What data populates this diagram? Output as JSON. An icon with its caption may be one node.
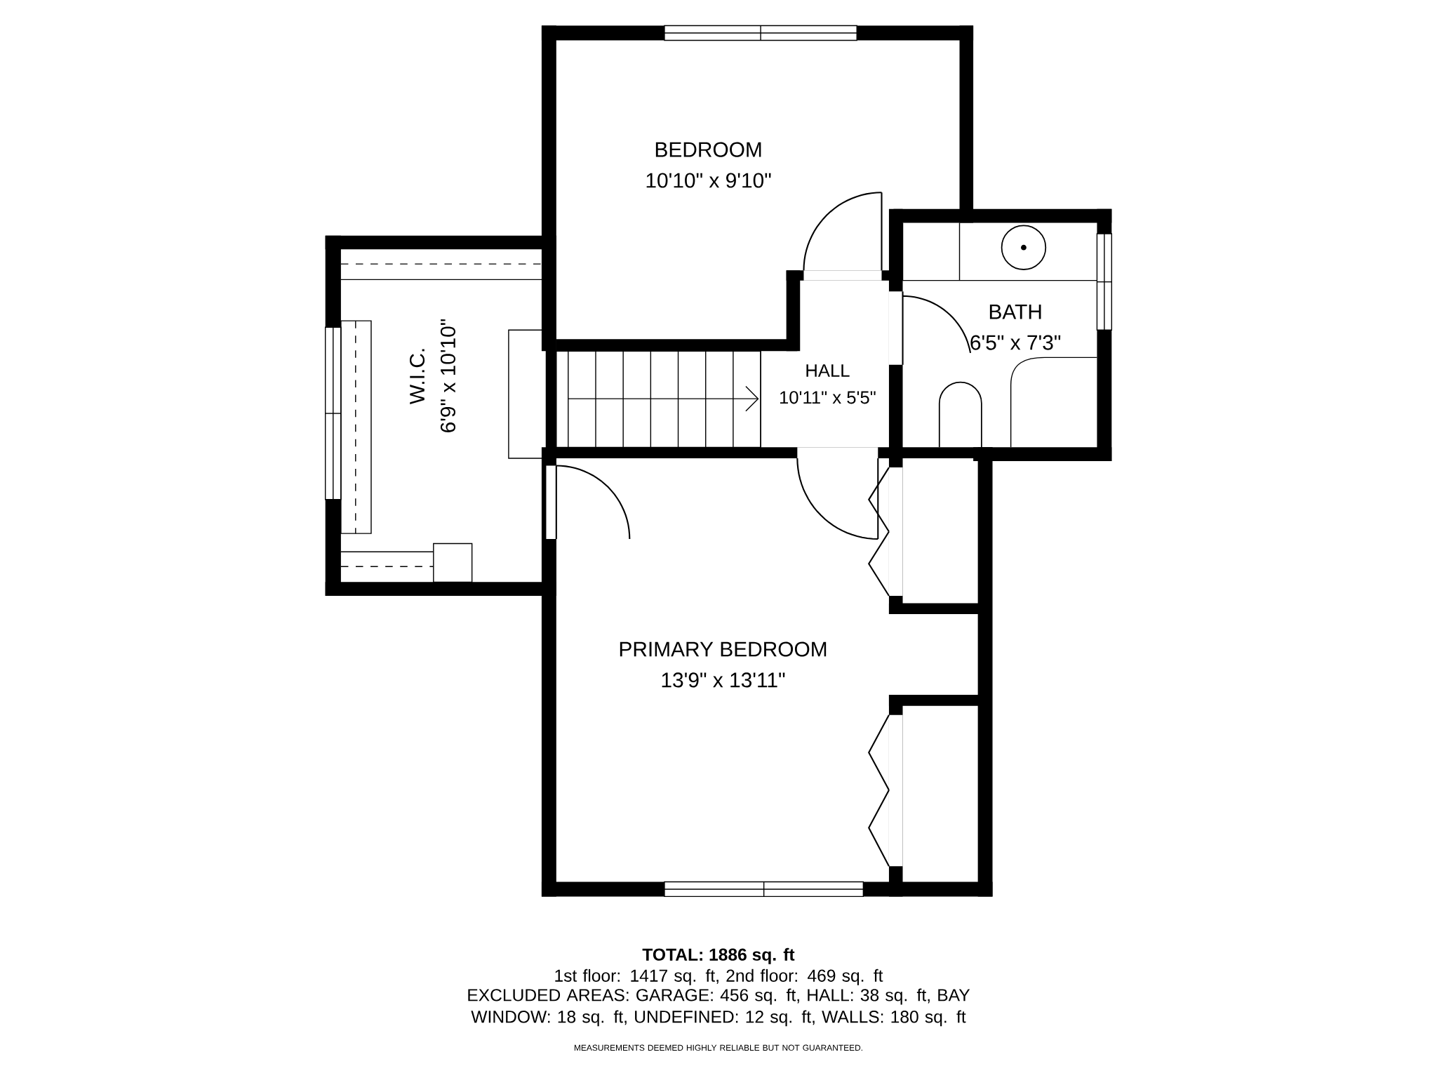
{
  "diagram": {
    "title": "TOTAL: 1886 sq. ft",
    "nodes": [
      {
        "text": [
          "BEDROOM",
          "10'10\" x 9'10\""
        ]
      },
      {
        "text": [
          "W.I.C.",
          "6'9\" x 10'10\""
        ]
      },
      {
        "text": [
          "HALL",
          "10'11\" x 5'5\""
        ]
      },
      {
        "text": [
          "BATH",
          "6'5\" x 7'3\""
        ]
      },
      {
        "text": [
          "PRIMARY BEDROOM",
          "13'9\" x 13'11\""
        ]
      }
    ],
    "labels": [
      "1st floor: 1417 sq. ft, 2nd floor: 469 sq. ft",
      "EXCLUDED AREAS: GARAGE: 456 sq. ft, HALL: 38 sq. ft, BAY WINDOW: 18 sq. ft, UNDEFINED: 12 sq. ft, WALLS: 180 sq. ft",
      "MEASUREMENTS DEEMED HIGHLY RELIABLE BUT NOT GUARANTEED."
    ]
  }
}
